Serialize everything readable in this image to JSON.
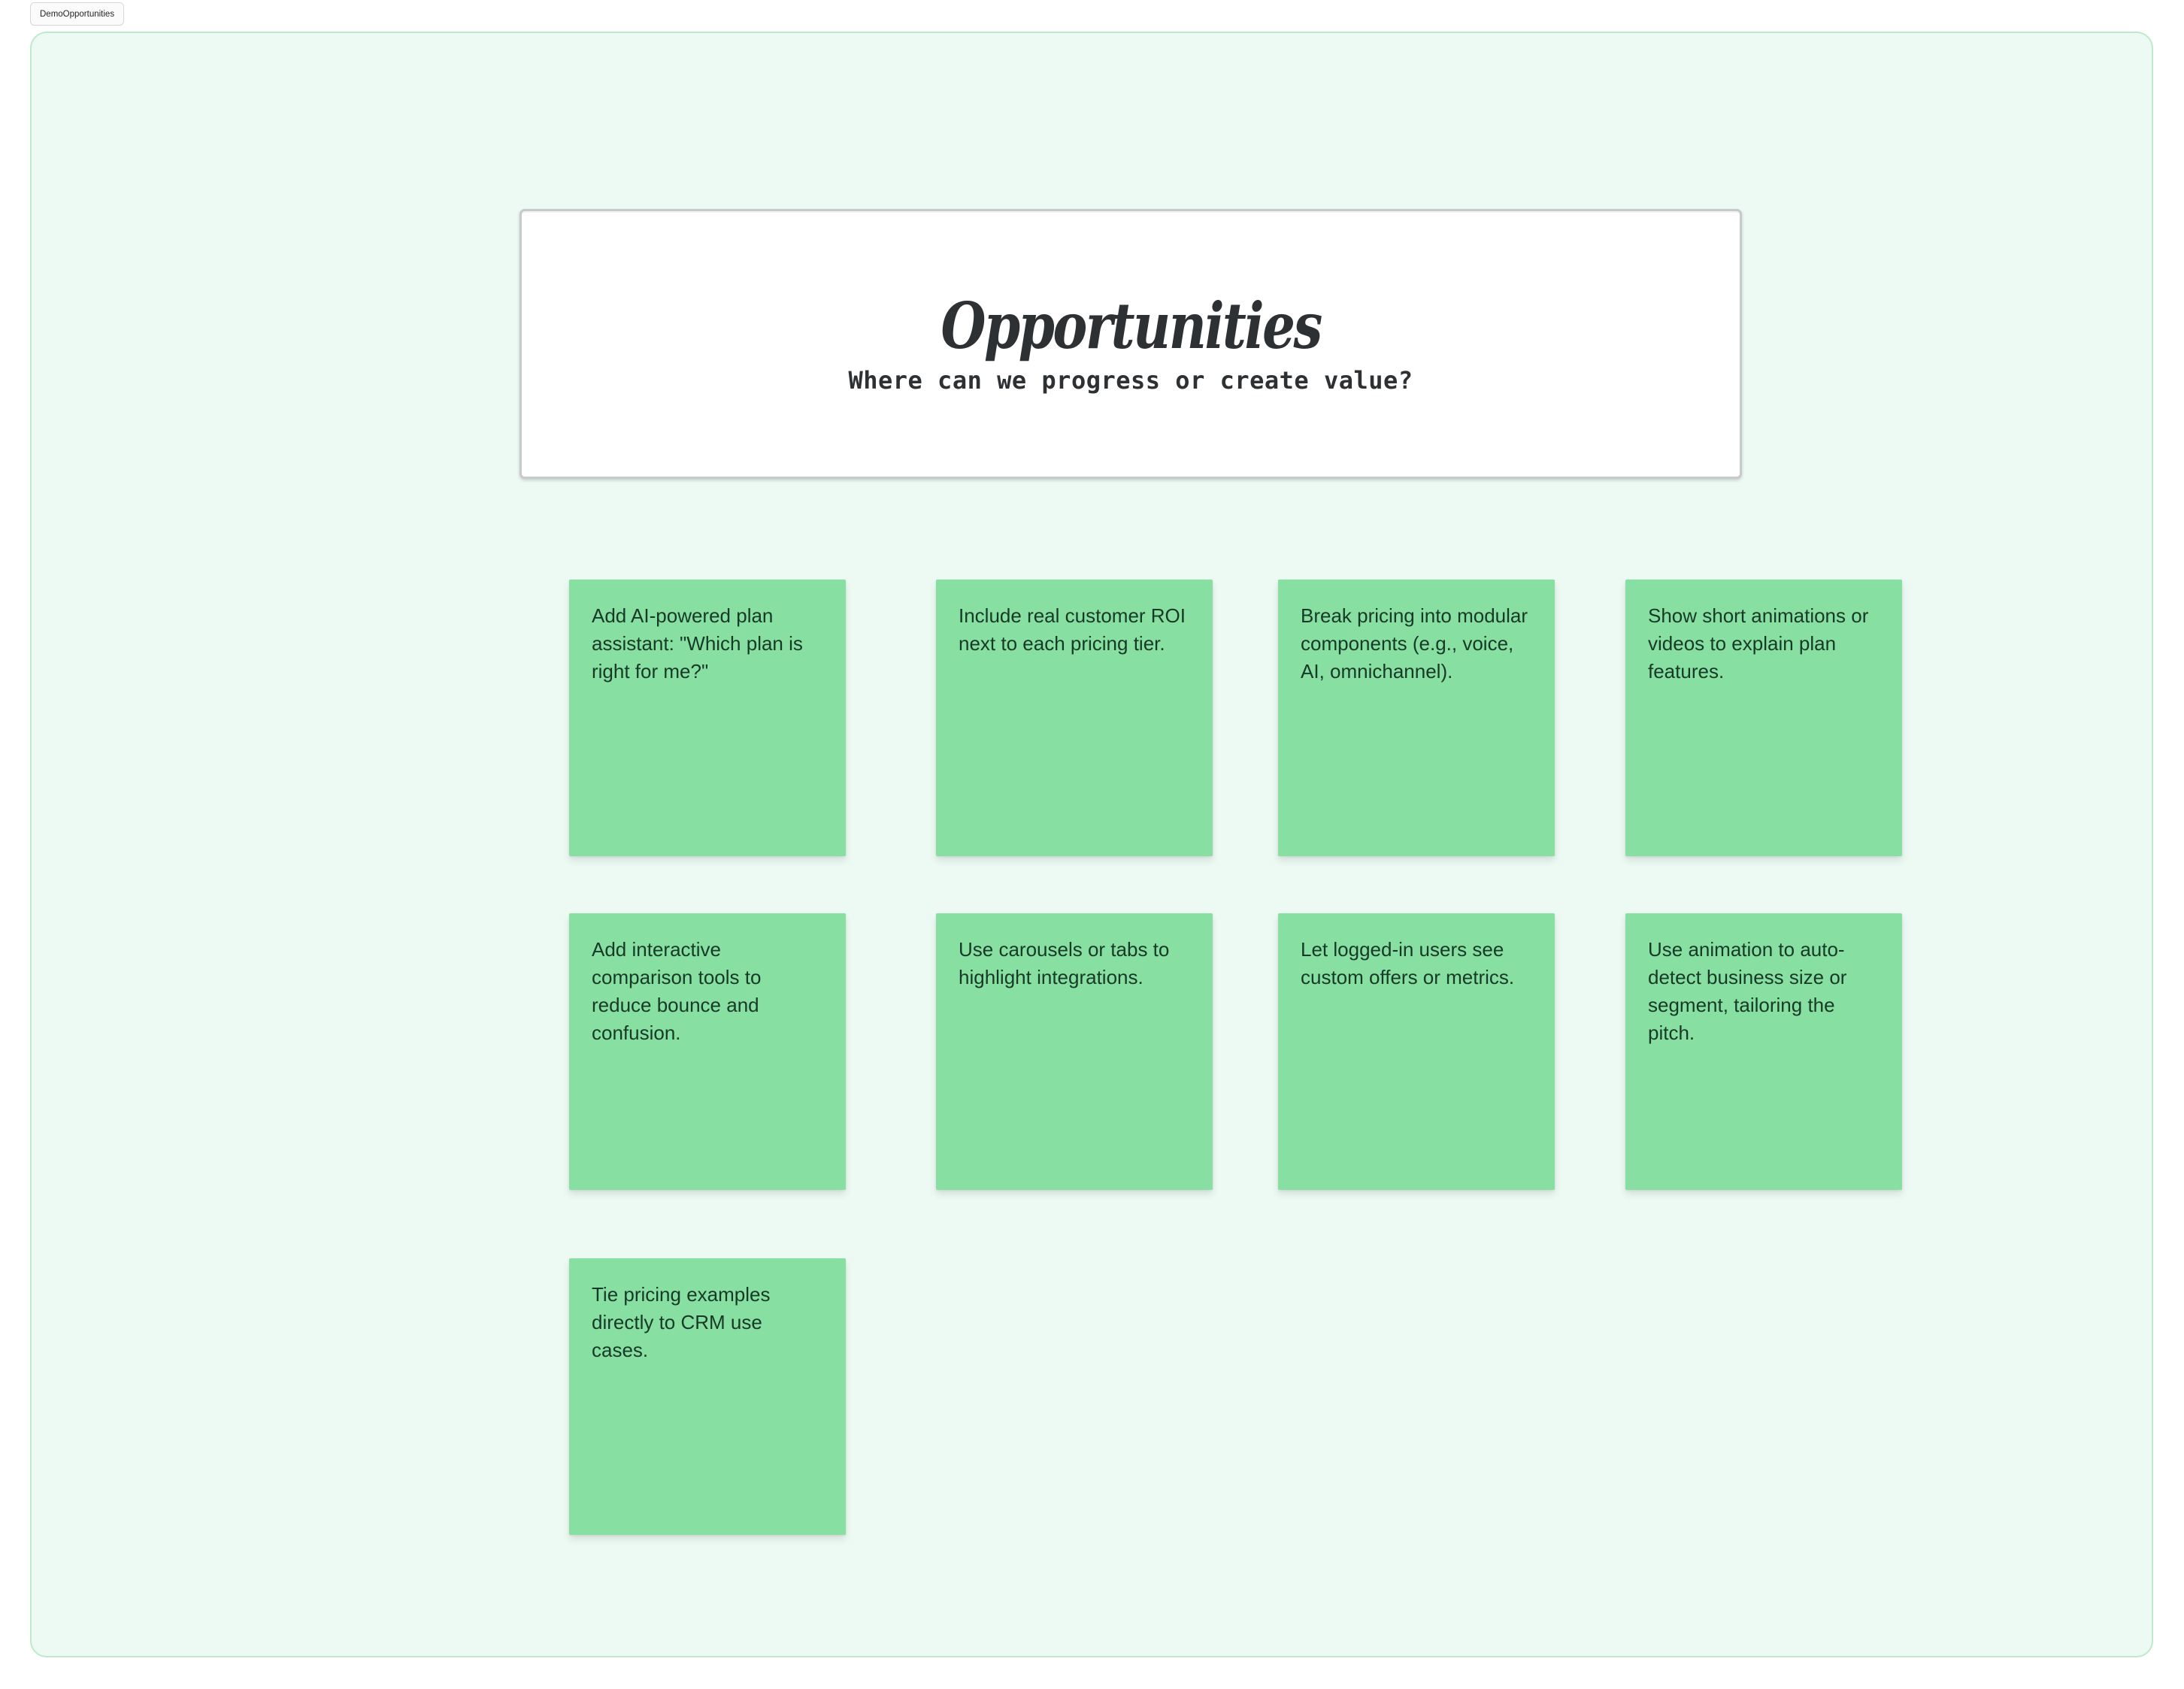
{
  "tab": {
    "label": "DemoOpportunities"
  },
  "header": {
    "title": "Opportunities",
    "subtitle": "Where can we progress or create value?"
  },
  "notes": [
    {
      "text": "Add AI-powered plan assistant: \"Which plan is right for me?\""
    },
    {
      "text": "Include real customer ROI next to each pricing tier."
    },
    {
      "text": "Break pricing into modular components (e.g., voice, AI, omnichannel)."
    },
    {
      "text": "Show short animations or videos to explain plan features."
    },
    {
      "text": "Add interactive comparison tools to reduce bounce and confusion."
    },
    {
      "text": "Use carousels or tabs to highlight integrations."
    },
    {
      "text": "Let logged-in users see custom offers or metrics."
    },
    {
      "text": "Use animation to auto-detect business size or segment, tailoring the pitch."
    },
    {
      "text": "Tie pricing examples directly to CRM use cases."
    }
  ],
  "colors": {
    "note_background": "#87dfa2",
    "note_text": "#173a26",
    "canvas_background": "#edfaf3",
    "canvas_border": "#bee9cb",
    "title_box_border": "#c6caca",
    "title_text": "#2e3133"
  }
}
